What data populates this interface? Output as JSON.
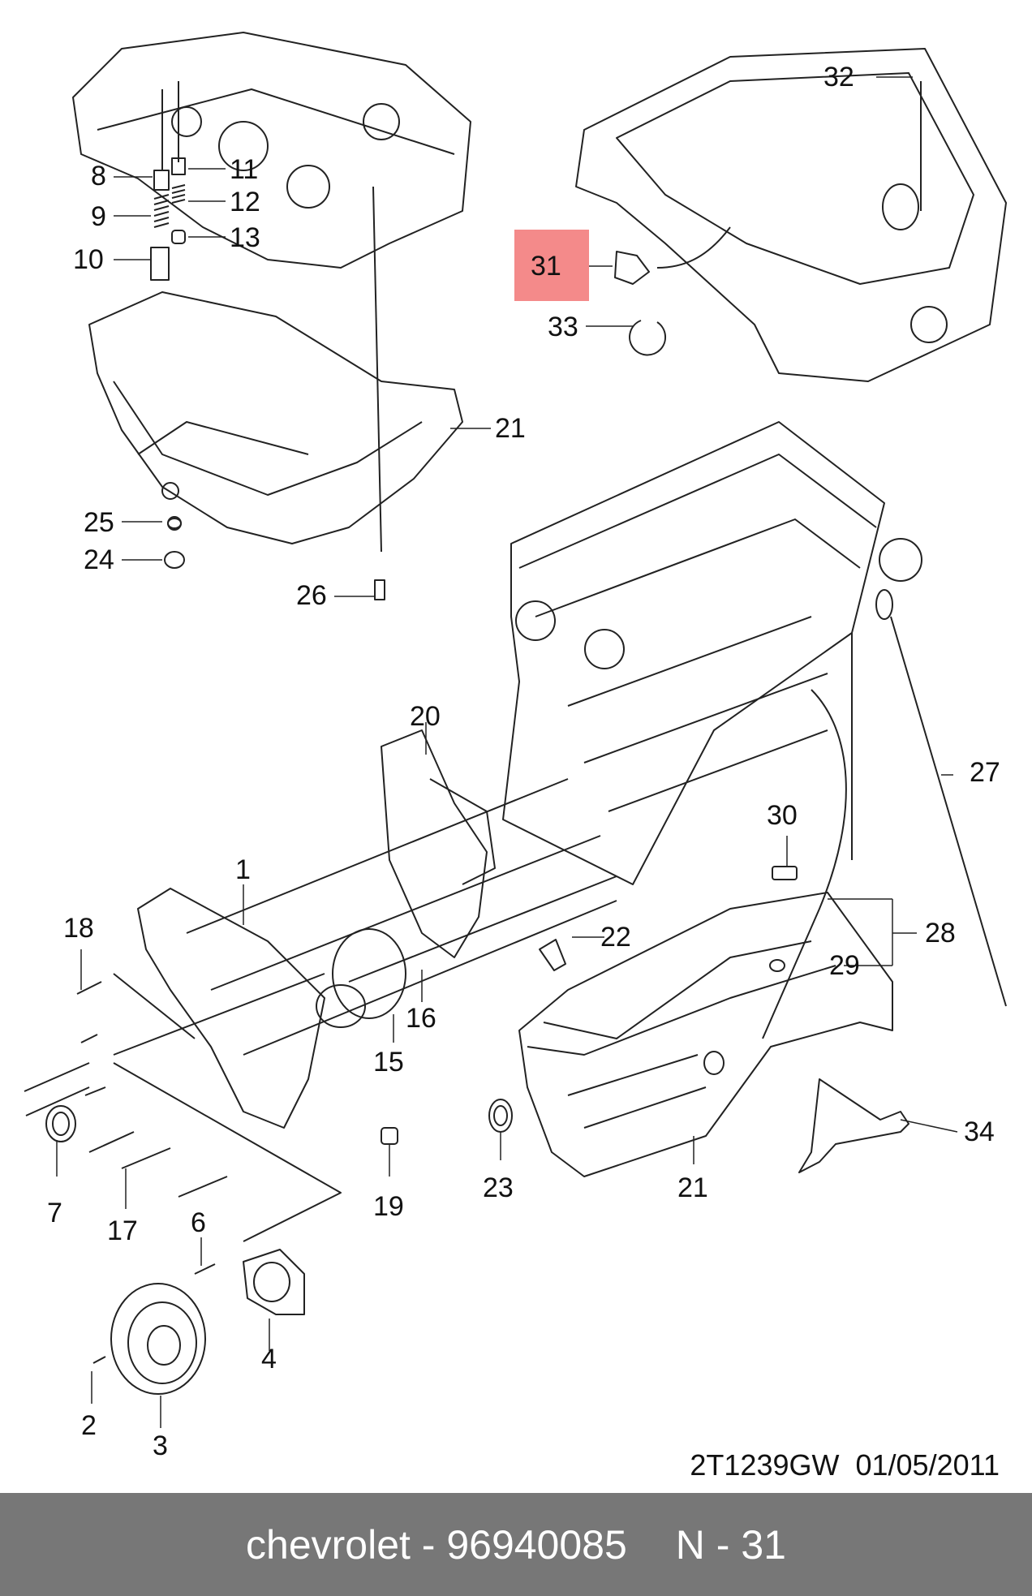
{
  "callouts": [
    {
      "n": "1"
    },
    {
      "n": "2"
    },
    {
      "n": "3"
    },
    {
      "n": "4"
    },
    {
      "n": "6"
    },
    {
      "n": "7"
    },
    {
      "n": "8"
    },
    {
      "n": "9"
    },
    {
      "n": "10"
    },
    {
      "n": "11"
    },
    {
      "n": "12"
    },
    {
      "n": "13"
    },
    {
      "n": "15"
    },
    {
      "n": "16"
    },
    {
      "n": "17"
    },
    {
      "n": "18"
    },
    {
      "n": "19"
    },
    {
      "n": "20"
    },
    {
      "n": "21"
    },
    {
      "n": "21"
    },
    {
      "n": "22"
    },
    {
      "n": "23"
    },
    {
      "n": "24"
    },
    {
      "n": "25"
    },
    {
      "n": "26"
    },
    {
      "n": "27"
    },
    {
      "n": "28"
    },
    {
      "n": "29"
    },
    {
      "n": "30"
    },
    {
      "n": "31"
    },
    {
      "n": "32"
    },
    {
      "n": "33"
    },
    {
      "n": "34"
    }
  ],
  "highlighted_part": "31",
  "highlight_color": "#f48a8a",
  "diagram_code": "2T1239GW",
  "diagram_date": "01/05/2011",
  "banner": {
    "brand_part": "chevrolet - 96940085",
    "ref": "N - 31",
    "background": "#777777"
  }
}
